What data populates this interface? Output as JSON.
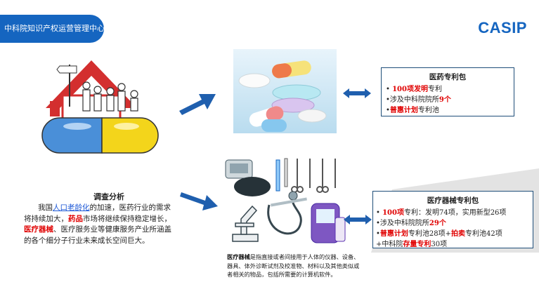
{
  "header": {
    "org_name": "中科院知识产权运营管理中心",
    "brand": "CASIP"
  },
  "survey": {
    "title": "调查分析",
    "p_part1": "我国",
    "p_link": "人口老龄化",
    "p_part2": "的加速，医药行业的需求将持续加大，",
    "p_hl1": "药品",
    "p_part3": "市场将继续保持稳定增长，",
    "p_hl2": "医疗器械",
    "p_part4": "、医疗服务业等健康服务产业所涵盖的各个细分子行业未来成长空间巨大。"
  },
  "drug_package": {
    "title": "医药专利包",
    "line1_hl": "100项发明",
    "line1_rest": "专利",
    "line2_pre": "涉及中科院院所",
    "line2_hl": "9个",
    "line3_hl": "普惠计划",
    "line3_rest": "专利池"
  },
  "device_package": {
    "title": "医疗器械专利包",
    "line1_hl": "100项",
    "line1_rest": "专利：发明74项，实用新型26项",
    "line2_pre": "涉及中科院院所",
    "line2_hl": "29个",
    "line3_hl1": "普惠计划",
    "line3_mid": "专利池28项+",
    "line3_hl2": "拍卖",
    "line3_rest": "专利池42项",
    "line4_pre": "+中科院",
    "line4_hl": "存量专利",
    "line4_rest": "30项"
  },
  "device_caption": {
    "hl": "医疗器械",
    "rest": "是指直接或者间接用于人体的仪器、设备、器具、体外诊断试剂及校准物、材料以及其他类似或者相关的物品，包括所需要的计算机软件。"
  },
  "colors": {
    "brand_blue": "#1565c0",
    "arrow_blue": "#1f5fae",
    "highlight_red": "#e00000"
  },
  "icons": {
    "bullet": "•"
  }
}
